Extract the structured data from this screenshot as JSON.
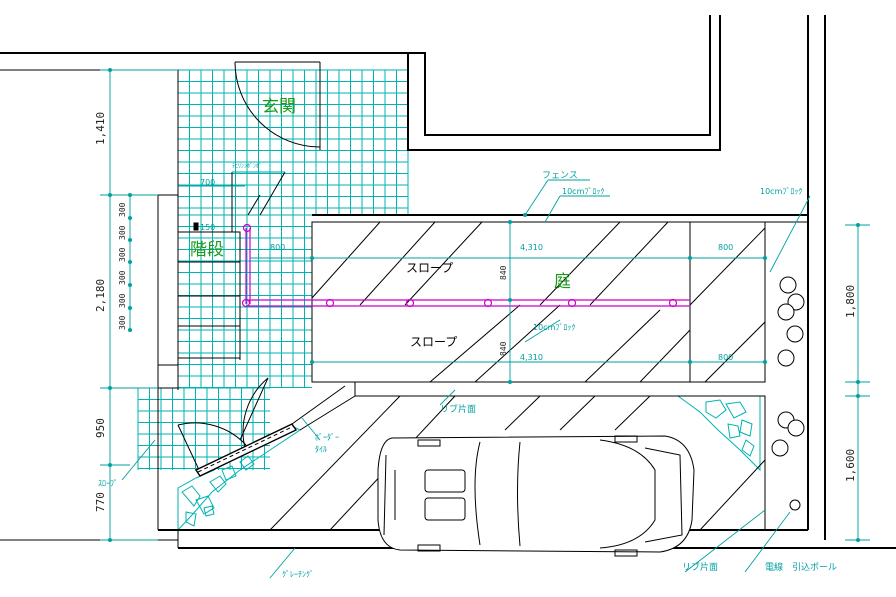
{
  "rooms": {
    "entrance": "玄関",
    "stairs": "階段",
    "garden": "庭"
  },
  "slopes": {
    "upper": "スロープ",
    "lower": "スロープ"
  },
  "annotations": {
    "fence": "フェンス",
    "block_top": "10cmﾌﾞﾛｯｸ",
    "block_right": "10cmﾌﾞﾛｯｸ",
    "block_mid": "10cmﾌﾞﾛｯｸ",
    "rib_top": "リブ片面",
    "rib_bottom": "リブ片面",
    "border_tile_1": "ﾎﾞｰﾀﾞｰ",
    "border_tile_2": "ﾀｲﾙ",
    "slope_left": "ｽﾛｰﾌﾟ",
    "grating": "ｸﾞﾚｰﾁﾝｸﾞ",
    "power_pole": "電線　引込ポール",
    "handrail_note": "ﾃﾆﾘﾝﾝﾎﾞﾝﾎﾞ"
  },
  "dimensions": {
    "left_1410": "1,410",
    "left_2180": "2,180",
    "left_950": "950",
    "left_770": "770",
    "right_1800": "1,800",
    "right_1600": "1,600",
    "stair_steps": [
      "300",
      "300",
      "300",
      "300",
      "300",
      "300"
    ],
    "top_700": "700",
    "d_150": "150",
    "d_800_stair": "800",
    "d_4310": "4,310",
    "d_4310_b": "4,310",
    "d_800_r1": "800",
    "d_800_r2": "800",
    "d_840_a": "840",
    "d_840_b": "840"
  },
  "colors": {
    "tile": "#00b3b3",
    "dimension": "#00a0a0",
    "handrail": "#cc00cc",
    "label_green": "#1a9a1a"
  }
}
